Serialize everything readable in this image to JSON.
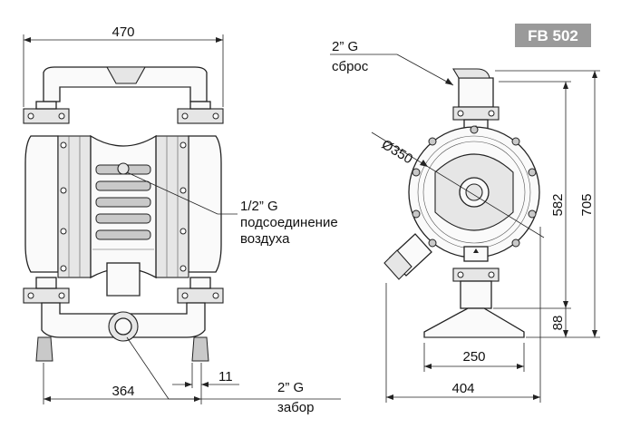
{
  "badge": {
    "model": "FB 502"
  },
  "front_view": {
    "width": "470",
    "base_width": "364",
    "offset": "11",
    "air_connection": {
      "size": "1/2” G",
      "line1": "подсоединение",
      "line2": "воздуха"
    },
    "suction": {
      "size": "2” G",
      "label": "забор"
    }
  },
  "side_view": {
    "discharge": {
      "size": "2” G",
      "label": "сброс"
    },
    "diameter": "Ø350",
    "height_total": "705",
    "height_body": "582",
    "height_base": "88",
    "foot_width": "250",
    "depth": "404"
  }
}
